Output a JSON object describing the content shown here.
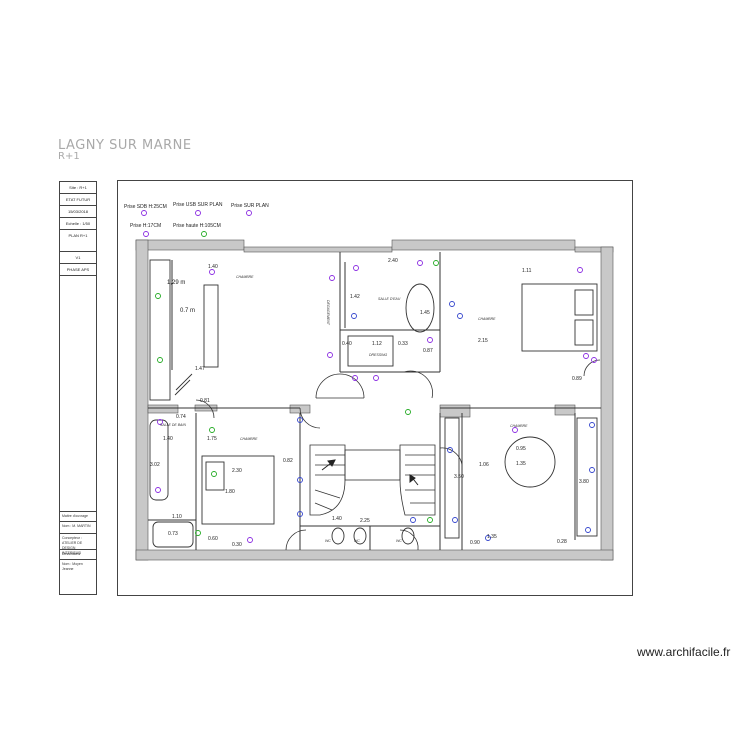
{
  "header": {
    "title": "LAGNY SUR MARNE",
    "subtitle": "R+1"
  },
  "cartouche": {
    "cells": [
      "Site : R+1",
      "ETAT FUTUR",
      "15/03/2018",
      "Echelle : 1/50",
      "PLAN R+1",
      "V1",
      "PHASE APS"
    ],
    "notes": [
      "Maitre d'ouvrage",
      "Nom : M. MARTIN",
      "Concepteur : ATELIER DE DESIGN INTERIEUR",
      "Dessinateur",
      "Nom : Moyen Jeanne"
    ]
  },
  "legend": {
    "items": [
      {
        "label": "Prise SDB H:25CM",
        "color": "#8a2be2"
      },
      {
        "label": "Prise USB SUR PLAN",
        "color": "#8a2be2"
      },
      {
        "label": "Prise SUR PLAN",
        "color": "#8a2be2"
      },
      {
        "label": "Prise H:17CM",
        "color": "#8a2be2"
      },
      {
        "label": "Prise haute H:105CM",
        "color": "#22aa22"
      }
    ]
  },
  "rooms": {
    "chambre1": "CHAMBRE",
    "chambre2": "CHAMBRE",
    "chambre3": "CHAMBRE",
    "chambre4": "CHAMBRE",
    "sdb": "SALLE DE BAIN",
    "salle_eau": "SALLE D'EAU",
    "dressing": "DRESSING",
    "degagement": "DEGAGEMENT",
    "wc1": "WC",
    "wc2": "WC",
    "wc3": "WC"
  },
  "dimensions": {
    "d1": "1,29 m",
    "d2": "0.7 m",
    "d3": "1.47",
    "d4": "2.40",
    "d5": "1.42",
    "d6": "1.11",
    "d7": "1.45",
    "d8": "2.15",
    "d9": "0.40",
    "d10": "1.12",
    "d11": "0.33",
    "d12": "0.87",
    "d13": "0.74",
    "d14": "1.75",
    "d15": "2.30",
    "d16": "0.82",
    "d17": "1.80",
    "d18": "3.02",
    "d19": "0.73",
    "d20": "0.60",
    "d21": "3.50",
    "d22": "1.06",
    "d23": "1.35",
    "d24": "0.95",
    "d25": "3.80",
    "d26": "0.28",
    "d27": "1.10",
    "d28": "2.25",
    "d29": "0.90",
    "d30": "0.89",
    "d31": "0.81",
    "d32": "1.40",
    "d33": "1.40",
    "d34": "1.35",
    "d35": "1.40",
    "d36": "0.30"
  },
  "footer": {
    "watermark": "www.archifacile.fr"
  },
  "colors": {
    "wall": "#c8c8c8",
    "line": "#333333",
    "outlet_purple": "#8a2be2",
    "outlet_green": "#22aa22",
    "outlet_blue": "#3344cc"
  }
}
